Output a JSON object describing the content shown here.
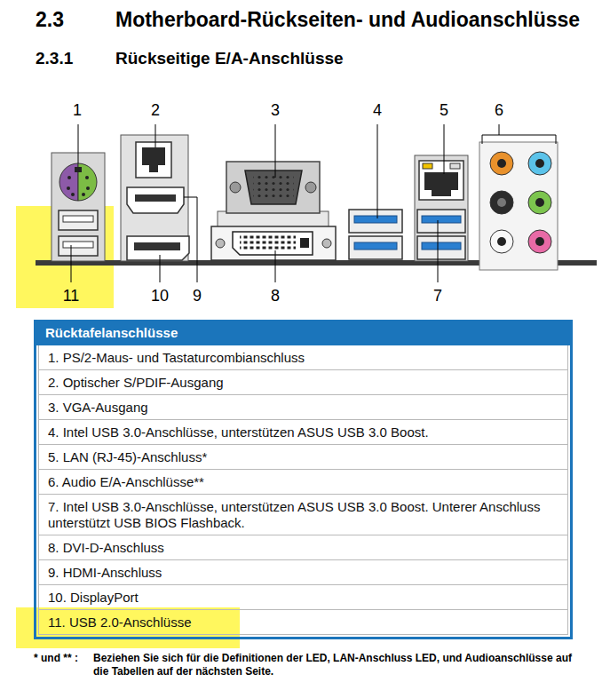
{
  "diagram": {
    "title": "Motherboard-Rückseiten- und Audioanschlüsse",
    "nodes": [
      {
        "text": [
          "Rücktafelanschlüsse"
        ]
      },
      {
        "text": [
          "1. PS/2-Maus- und Tastaturcombianschluss"
        ],
        "in": 0
      },
      {
        "text": [
          "2. Optischer S/PDIF-Ausgang"
        ],
        "in": 0
      },
      {
        "text": [
          "3. VGA-Ausgang"
        ],
        "in": 0
      },
      {
        "text": [
          "4. Intel USB 3.0-Anschlüsse, unterstützen ASUS USB 3.0 Boost."
        ],
        "in": 0
      },
      {
        "text": [
          "5. LAN (RJ-45)-Anschluss*"
        ],
        "in": 0
      },
      {
        "text": [
          "6. Audio E/A-Anschlüsse**"
        ],
        "in": 0
      },
      {
        "text": [
          "7. Intel USB 3.0-Anschlüsse, unterstützen ASUS USB 3.0 Boost. Unterer Anschluss unterstützt USB BIOS Flashback."
        ],
        "in": 0
      },
      {
        "text": [
          "8. DVI-D-Anschluss"
        ],
        "in": 0
      },
      {
        "text": [
          "9. HDMI-Anschluss"
        ],
        "in": 0
      },
      {
        "text": [
          "10. DisplayPort"
        ],
        "in": 0
      },
      {
        "text": [
          "11. USB 2.0-Anschlüsse"
        ],
        "in": 0
      }
    ],
    "labels": [
      "2.3",
      "2.3.1",
      "Rückseitige E/A-Anschlüsse",
      "1",
      "2",
      "3",
      "4",
      "5",
      "6",
      "11",
      "10",
      "9",
      "8",
      "7",
      "* und ** :",
      "Beziehen Sie sich für die Definitionen der LED, LAN-Anschluss LED, und Audioanschlüsse auf die Tabellen auf der nächsten Seite."
    ]
  }
}
